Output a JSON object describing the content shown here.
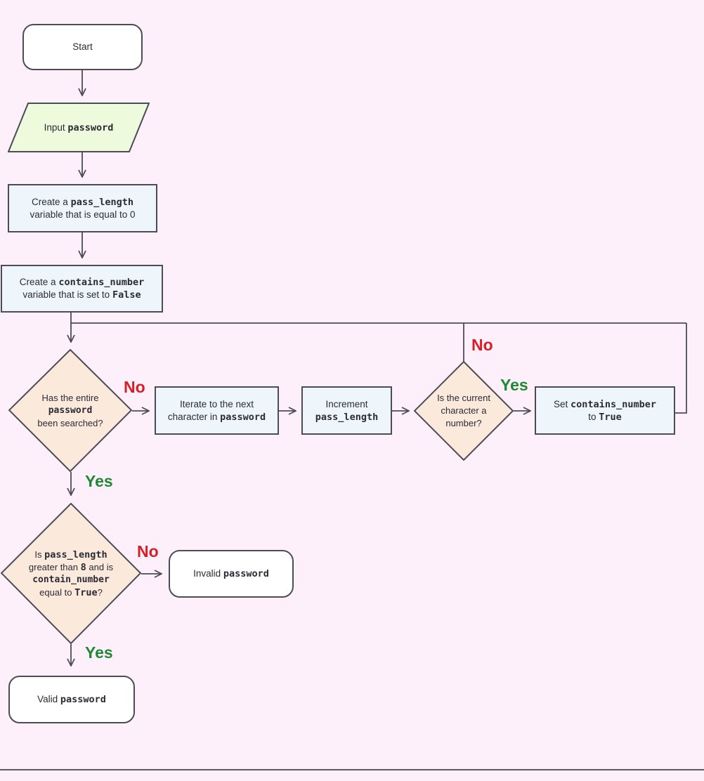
{
  "start": "Start",
  "input": {
    "pre": "Input",
    "var": "password"
  },
  "create_length": {
    "pre": "Create a",
    "var": "pass_length",
    "line2": "variable that is equal to 0"
  },
  "create_contains": {
    "pre": "Create a",
    "var": "contains_number",
    "line2_pre": "variable that is set to",
    "line2_val": "False"
  },
  "decision_searched": {
    "line1": "Has the entire",
    "var": "password",
    "line3": "been searched?"
  },
  "iterate": {
    "line1": "Iterate to the next",
    "line2_pre": "character in",
    "var": "password"
  },
  "increment": {
    "line1": "Increment",
    "var": "pass_length"
  },
  "decision_number": {
    "line1": "Is the current",
    "line2": "character a",
    "line3": "number?"
  },
  "set_contains": {
    "pre": "Set",
    "var": "contains_number",
    "line2_pre": "to",
    "val": "True"
  },
  "decision_valid": {
    "l1_pre": "Is",
    "l1_var": "pass_length",
    "l2_pre": "greater than",
    "l2_num": "8",
    "l2_post": "and is",
    "l3_var": "contain_number",
    "l4_pre": "equal to",
    "l4_val": "True",
    "l4_post": "?"
  },
  "invalid": {
    "pre": "Invalid",
    "var": "password"
  },
  "valid": {
    "pre": "Valid",
    "var": "password"
  },
  "labels": {
    "no": "No",
    "yes": "Yes"
  },
  "colors": {
    "background": "#fdf0fa",
    "process_fill": "#eef6fc",
    "io_fill": "#eefadc",
    "decision_fill": "#fbe9dc",
    "stroke": "#4c4c58",
    "no": "#d71e28",
    "yes": "#1e8a36"
  }
}
